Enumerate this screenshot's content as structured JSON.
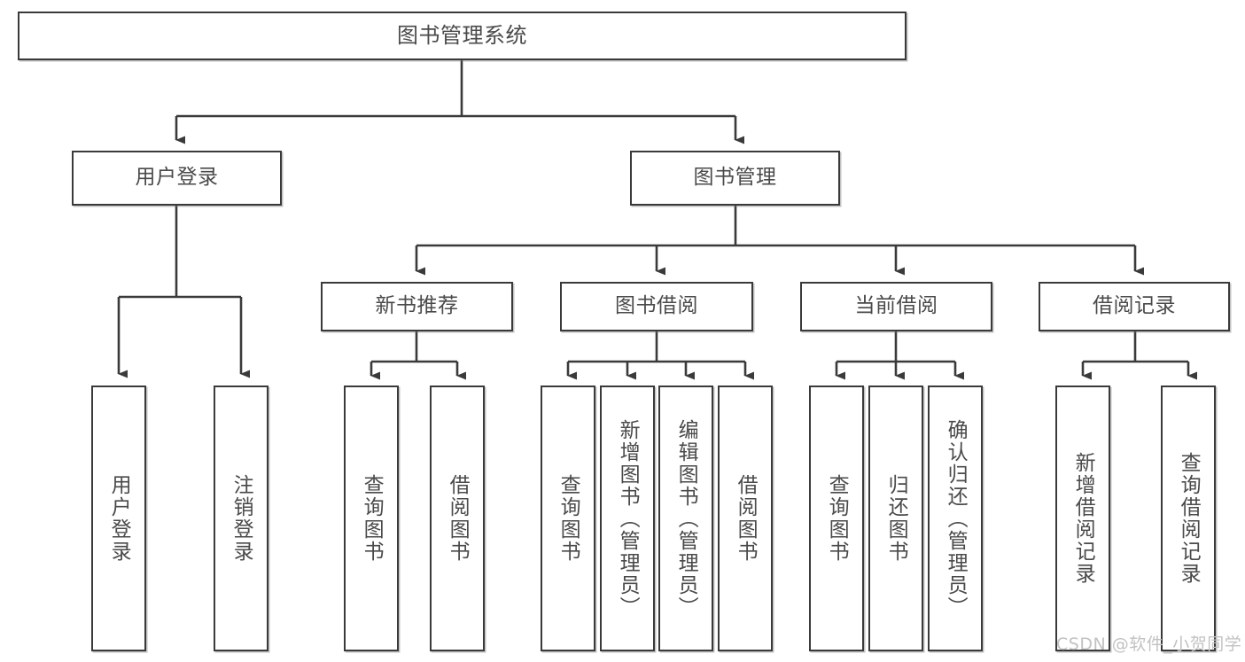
{
  "diagram": {
    "type": "tree",
    "title": "图书管理系统",
    "watermark": "CSDN @软件_小贺同学",
    "colors": {
      "box_border": "#3a3a3a",
      "box_fill": "#ffffff",
      "text": "#4a4a4a",
      "connector": "#3a3a3a",
      "watermark": "#c2c2c2"
    },
    "root": {
      "label": "图书管理系统"
    },
    "level2": [
      {
        "label": "用户登录"
      },
      {
        "label": "图书管理"
      }
    ],
    "level3": [
      {
        "label": "新书推荐"
      },
      {
        "label": "图书借阅"
      },
      {
        "label": "当前借阅"
      },
      {
        "label": "借阅记录"
      }
    ],
    "leaves": {
      "user_login": [
        {
          "label": "用户登录"
        },
        {
          "label": "注销登录"
        }
      ],
      "new_book": [
        {
          "label": "查询图书"
        },
        {
          "label": "借阅图书"
        }
      ],
      "book_borrow": [
        {
          "label": "查询图书"
        },
        {
          "label": "新增图书（管理员）"
        },
        {
          "label": "编辑图书（管理员）"
        },
        {
          "label": "借阅图书"
        }
      ],
      "current_borrow": [
        {
          "label": "查询图书"
        },
        {
          "label": "归还图书"
        },
        {
          "label": "确认归还（管理员）"
        }
      ],
      "borrow_record": [
        {
          "label": "新增借阅记录"
        },
        {
          "label": "查询借阅记录"
        }
      ]
    }
  }
}
